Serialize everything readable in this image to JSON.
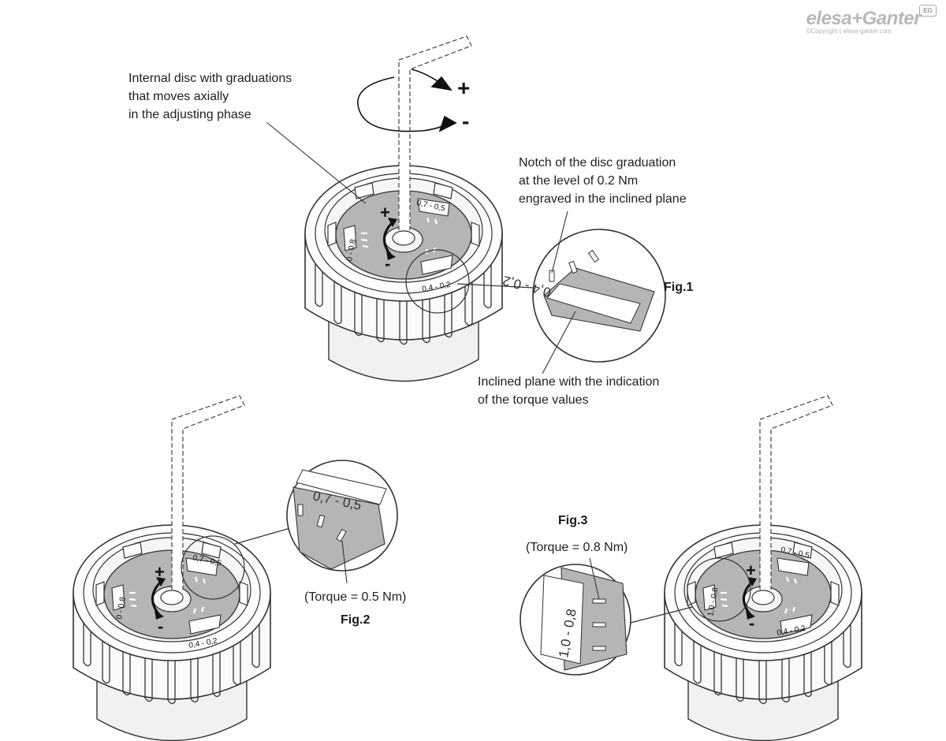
{
  "brand": {
    "name": "elesa+Ganter",
    "copyright": "©Copyright | elesa-ganter.com",
    "badge": "EG"
  },
  "fig1": {
    "label": "Fig.1",
    "callout_disc": [
      "Internal disc with graduations",
      "that moves axially",
      "in the adjusting phase"
    ],
    "callout_notch": [
      "Notch of the disc graduation",
      "at the level of 0.2 Nm",
      "engraved in the inclined plane"
    ],
    "callout_plane": [
      "Inclined plane with the indication",
      "of the torque values"
    ],
    "plus": "+",
    "minus": "-",
    "scale_top": "0,7 - 0,5",
    "scale_left": "0 - 0,8",
    "scale_bottom": "0,4 - 0,2",
    "zoom_scale": "0,4 - 0,2"
  },
  "fig2": {
    "label": "Fig.2",
    "torque": "(Torque = 0.5 Nm)",
    "zoom_scale": "0,7 - 0,5",
    "plus": "+",
    "minus": "-",
    "scale_top": "0,7 - 0,5",
    "scale_left": "0 - 0,8",
    "scale_bottom": "0,4 - 0,2"
  },
  "fig3": {
    "label": "Fig.3",
    "torque": "(Torque = 0.8 Nm)",
    "zoom_scale": "1,0 - 0,8",
    "plus": "+",
    "minus": "-",
    "scale_top": "0,7 - 0,5",
    "scale_left": "1,0 - 0,8",
    "scale_bottom": "0,4 - 0,2"
  }
}
